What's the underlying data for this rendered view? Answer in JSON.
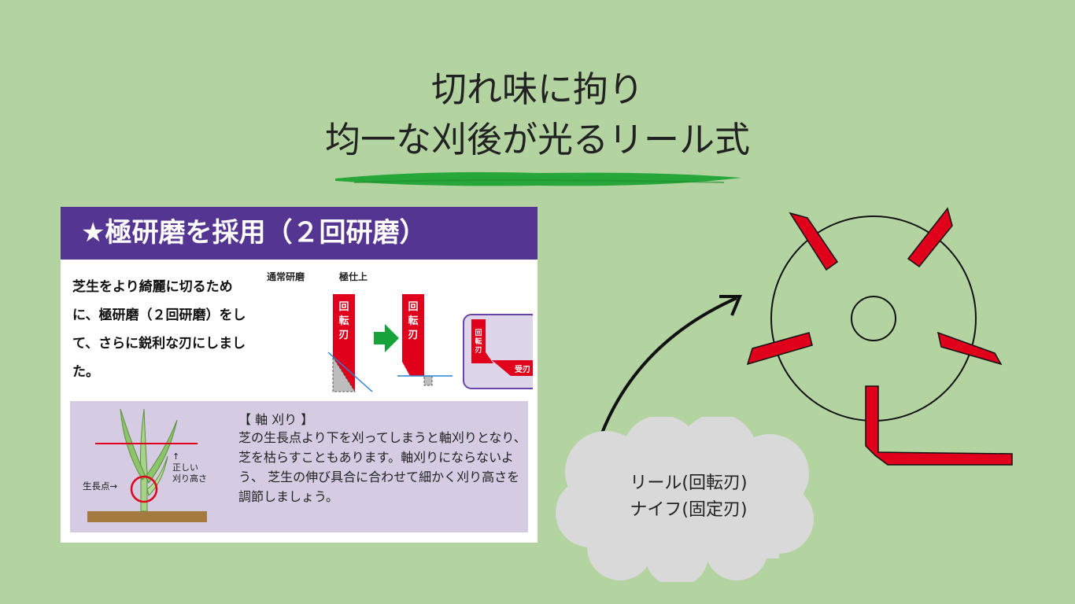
{
  "title": {
    "line1": "切れ味に拘り",
    "line2": "均一な刈後が光るリール式"
  },
  "panel": {
    "heading": "★極研磨を採用（２回研磨）",
    "intro": "芝生をより綺麗に切るために、極研磨（２回研磨）をして、さらに鋭利な刃にしました。",
    "label_normal": "通常研磨",
    "label_fine": "極仕上",
    "blade_rotary_normal": "回転刃",
    "blade_rotary_fine": "回転刃",
    "inset_rotary": "回転刃",
    "inset_receiver": "受刃",
    "scalp": {
      "title": "【 軸 刈り 】",
      "text": "芝の生長点より下を刈ってしまうと軸刈りとなり、 芝を枯らすこともあります。軸刈りにならないよう、 芝生の伸び具合に合わせて細かく刈り高さを調節しましょう。",
      "label_growth_point": "生長点→",
      "label_correct_height": "↑\n正しい\n刈り高さ"
    }
  },
  "callout": {
    "line1": "リール(回転刃)",
    "line2": "ナイフ(固定刃)"
  },
  "colors": {
    "background": "#b3d3a0",
    "panel_header": "#553592",
    "blade_red": "#e0001b",
    "underline_green": "#27a63a",
    "scalp_box": "#d5cbe3",
    "cloud": "#d9d9d9"
  }
}
